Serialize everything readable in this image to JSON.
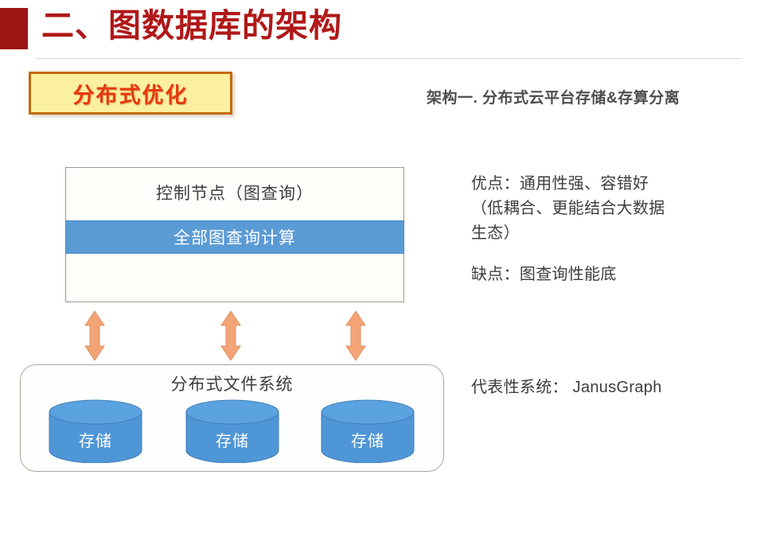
{
  "header": {
    "title": "二、图数据库的架构",
    "accent_block_color": "#9e1313",
    "title_color": "#b01818"
  },
  "section_badge": {
    "label": "分布式优化",
    "fill_color": "#faf0a0",
    "border_color": "#c46a06",
    "text_color": "#e8380d"
  },
  "architecture": {
    "subtitle": "架构一. 分布式云平台存储&存算分离"
  },
  "diagram": {
    "control_node": {
      "title": "控制节点（图查询）",
      "compute_band_label": "全部图查询计算",
      "band_color": "#5b9bd5"
    },
    "arrows": {
      "count": 3,
      "color": "#f4a377",
      "name": "bidirectional-arrow"
    },
    "file_system": {
      "title": "分布式文件系统",
      "nodes": [
        {
          "label": "存储"
        },
        {
          "label": "存储"
        },
        {
          "label": "存储"
        }
      ],
      "node_color": "#4f96d6"
    }
  },
  "commentary": {
    "pros": "优点：通用性强、容错好\n（低耦合、更能结合大数据\n生态）",
    "cons": "缺点：图查询性能底",
    "representative": "代表性系统： JanusGraph"
  }
}
